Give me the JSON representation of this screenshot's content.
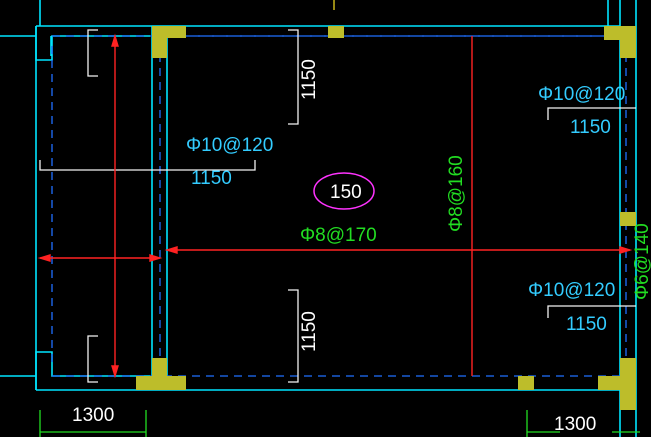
{
  "colors": {
    "background": "#000000",
    "wall": "#00e5ff",
    "dashed": "#1f6fff",
    "rebar_red": "#ff2222",
    "rebar_white": "#f2f2f2",
    "label_cyan": "#33ccff",
    "label_green": "#22dd22",
    "dim_white": "#ffffff",
    "dim_green": "#22dd22",
    "column_fill": "#bdbd2a",
    "callout_magenta": "#ff33ff",
    "edge_yellow": "#e6d21e"
  },
  "labels": {
    "top_left_spec": "Φ10@120",
    "top_left_len": "1150",
    "center_top_len": "1150",
    "center_bottom_len": "1150",
    "slab_thickness": "150",
    "horizontal_spec": "Φ8@170",
    "vertical_spec": "Φ8@160",
    "right_top_spec": "Φ10@120",
    "right_top_len": "1150",
    "right_bottom_spec": "Φ10@120",
    "right_bottom_len": "1150",
    "right_edge_partial": "Φ6@140"
  },
  "dimensions": {
    "bottom_left": "1300",
    "bottom_right": "1300"
  }
}
